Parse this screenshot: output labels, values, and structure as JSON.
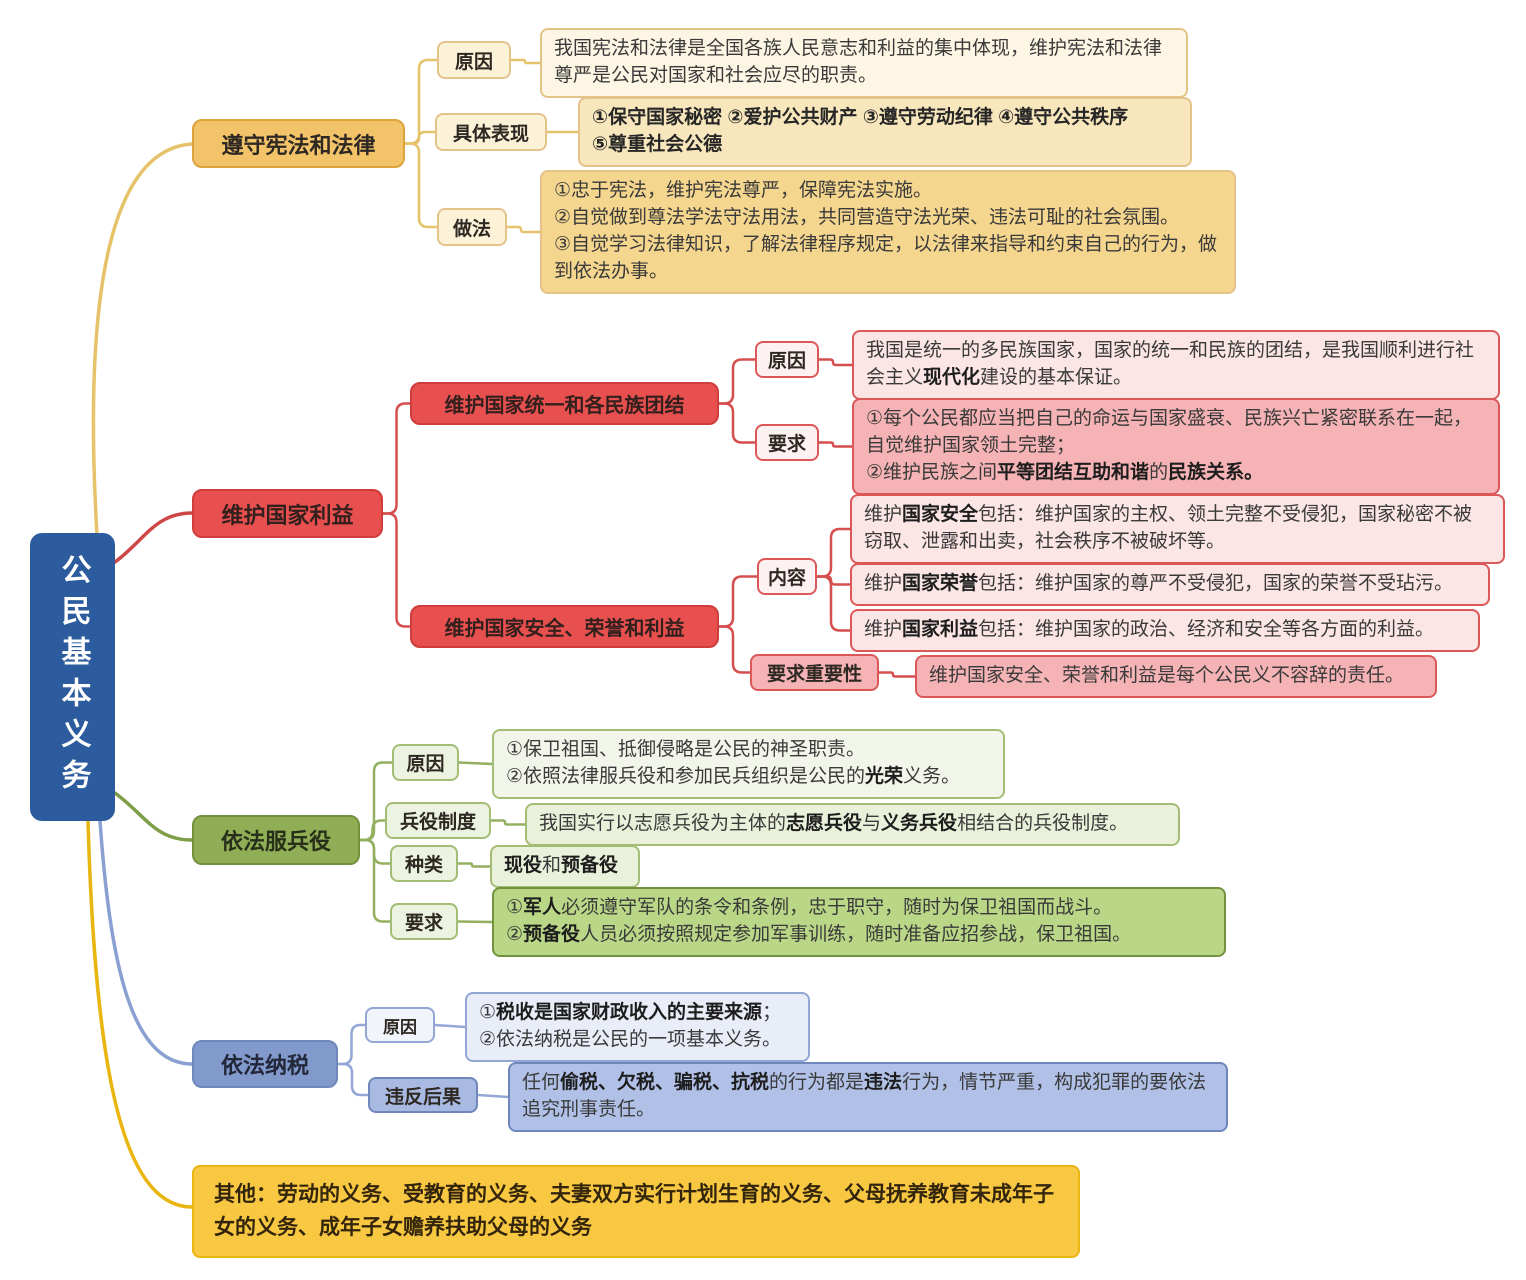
{
  "root": {
    "label": "公民基本义务"
  },
  "b1": {
    "label": "遵守宪法和法律",
    "children": [
      {
        "label": "原因",
        "text": "我国宪法和法律是全国各族人民意志和利益的集中体现，维护宪法和法律尊严是公民对国家和社会应尽的职责。"
      },
      {
        "label": "具体表现",
        "text": "①保守国家秘密 ②爱护公共财产 ③遵守劳动纪律 ④遵守公共秩序\n⑤尊重社会公德"
      },
      {
        "label": "做法",
        "text": "①忠于宪法，维护宪法尊严，保障宪法实施。\n②自觉做到尊法学法守法用法，共同营造守法光荣、违法可耻的社会氛围。\n③自觉学习法律知识，了解法律程序规定，以法律来指导和约束自己的行为，做到依法办事。"
      }
    ]
  },
  "b2": {
    "label": "维护国家利益",
    "unity": {
      "label": "维护国家统一和各民族团结",
      "children": [
        {
          "label": "原因",
          "text": "我国是统一的多民族国家，国家的统一和民族的团结，是我国顺利进行社会主义**现代化**建设的基本保证。"
        },
        {
          "label": "要求",
          "text": "①每个公民都应当把自己的命运与国家盛衰、民族兴亡紧密联系在一起，自觉维护国家领土完整；\n②维护民族之间**平等团结互助和谐**的**民族关系。**"
        }
      ]
    },
    "security": {
      "label": "维护国家安全、荣誉和利益",
      "content_label": "内容",
      "content_items": [
        "维护**国家安全**包括：维护国家的主权、领土完整不受侵犯，国家秘密不被窃取、泄露和出卖，社会秩序不被破坏等。",
        "维护**国家荣誉**包括：维护国家的尊严不受侵犯，国家的荣誉不受玷污。",
        "维护**国家利益**包括：维护国家的政治、经济和安全等各方面的利益。"
      ],
      "importance": {
        "label": "要求重要性",
        "text": "维护国家安全、荣誉和利益是每个公民义不容辞的责任。"
      }
    }
  },
  "b3": {
    "label": "依法服兵役",
    "children": [
      {
        "label": "原因",
        "text": "①保卫祖国、抵御侵略是公民的神圣职责。\n②依照法律服兵役和参加民兵组织是公民的**光荣**义务。"
      },
      {
        "label": "兵役制度",
        "text": "我国实行以志愿兵役为主体的**志愿兵役**与**义务兵役**相结合的兵役制度。"
      },
      {
        "label": "种类",
        "text": "**现役**和**预备役**"
      },
      {
        "label": "要求",
        "text": "①**军人**必须遵守军队的条令和条例，忠于职守，随时为保卫祖国而战斗。\n②**预备役**人员必须按照规定参加军事训练，随时准备应招参战，保卫祖国。"
      }
    ]
  },
  "b4": {
    "label": "依法纳税",
    "children": [
      {
        "label": "原因",
        "text": "①**税收是国家财政收入的主要来源**；\n②依法纳税是公民的一项基本义务。"
      },
      {
        "label": "违反后果",
        "text": "任何**偷税、欠税、骗税、抗税**的行为都是**违法**行为，情节严重，构成犯罪的要依法追究刑事责任。"
      }
    ]
  },
  "other": {
    "text": "其他：劳动的义务、受教育的义务、夫妻双方实行计划生育的义务、父母抚养教育未成年子女的义务、成年子女赡养扶助父母的义务"
  },
  "palette": {
    "root_bg": "#2C5C9E",
    "text": "#3A3A3A",
    "b1_main": "#F2C368",
    "b1_main_border": "#DDA43E",
    "b1_label_bg": "#FCF2D8",
    "b1_border": "#E4C389",
    "b1_light": "#FDF6E4",
    "b1_mid": "#F8E7BD",
    "b1_deep": "#F5D68F",
    "b2_main": "#E85050",
    "b2_main_border": "#CE3C3C",
    "b2_label_bg": "#FDF1F1",
    "b2_border": "#DC5858",
    "b2_light": "#FBE5E5",
    "b2_mid": "#F5B3B5",
    "b3_main": "#90AE55",
    "b3_main_border": "#74923E",
    "b3_label_bg": "#EDF3E1",
    "b3_border": "#A3BD76",
    "b3_light": "#F2F6EA",
    "b3_mid": "#EAF1DB",
    "b3_deep": "#BAD787",
    "b4_main": "#8199CB",
    "b4_main_border": "#6F87BA",
    "b4_label_bg": "#F1F4FB",
    "b4_border": "#93A6D6",
    "b4_light": "#E9EDF8",
    "b4_mid": "#A9BAE2",
    "b4_deep": "#B0C0E6",
    "other_bg": "#F9C842",
    "other_border": "#E9B511",
    "b1_line": "#E6C36B",
    "b2_line": "#D64F4F",
    "b3_line": "#93B060",
    "b4_line": "#93A6D6",
    "root_b1": "#E6C36B",
    "root_b2": "#CE4747",
    "root_b3": "#7F9E48",
    "root_b4": "#8A9FD2",
    "root_other": "#E9B511"
  }
}
